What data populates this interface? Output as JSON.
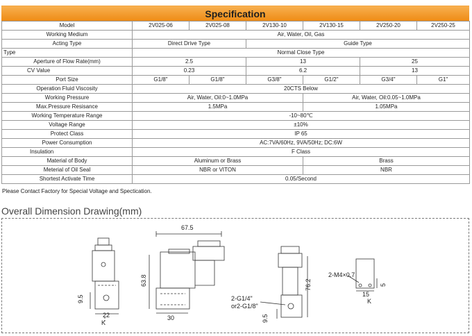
{
  "header": {
    "title": "Specification"
  },
  "table": {
    "model_label": "Model",
    "models": [
      "2V025-06",
      "2V025-08",
      "2V130-10",
      "2V130-15",
      "2V250-20",
      "2V250-25"
    ],
    "rows": [
      {
        "label": "Working Medium",
        "value": "Air, Water, Oil, Gas"
      },
      {
        "label": "Acting Type",
        "v1": "Direct Drive Type",
        "v2": "Guide Type"
      },
      {
        "label": "Type",
        "value": "Normal Close Type"
      },
      {
        "label": "Aperture of Flow Rate(mm)",
        "a": "2.5",
        "b": "13",
        "c": "25"
      },
      {
        "label": "CV Value",
        "a": "0.23",
        "b": "6.2",
        "c": "13"
      },
      {
        "label": "Port Size",
        "p": [
          "G1/8\"",
          "G1/8\"",
          "G3/8\"",
          "G1/2\"",
          "G3/4\"",
          "G1\""
        ]
      },
      {
        "label": "Operation Fluid Viscosity",
        "value": "20CTS Below"
      },
      {
        "label": "Working Pressure",
        "v1": "Air, Water, Oil:0~1.0MPa",
        "v2": "Air, Water, Oil:0.05~1.0MPa"
      },
      {
        "label": "Max.Pressure Resisance",
        "v1": "1.5MPa",
        "v2": "1.05MPa"
      },
      {
        "label": "Working Temperature Range",
        "value": "-10~80℃"
      },
      {
        "label": "Voltage Range",
        "value": "±10%"
      },
      {
        "label": "Protect Class",
        "value": "IP 65"
      },
      {
        "label": "Power Consumption",
        "value": "AC:7VA/60Hz, 9VA/50Hz; DC:6W"
      },
      {
        "label": "Insulation",
        "value": "F Class"
      },
      {
        "label": "Material of Body",
        "v1": "Aluminum or Brass",
        "v2": "Brass"
      },
      {
        "label": "Meterial of Oil Seal",
        "v1": "NBR or VITON",
        "v2": "NBR"
      },
      {
        "label": "Shortest Activate Time",
        "value": "0.05/Second"
      }
    ]
  },
  "note": "Please Contact Factory for Special Voltage and Spectication.",
  "drawing": {
    "title": "Overall Dimension Drawing(mm)",
    "dims": {
      "d9_5a": "9.5",
      "d22": "22",
      "k1": "K",
      "d67_5": "67.5",
      "d63_8": "63.8",
      "d30": "30",
      "d76_2": "76.2",
      "d9_5b": "9.5",
      "port1": "2-G1/4\"",
      "port2": "or2-G1/8\"",
      "m4": "2-M4×0.7",
      "d15": "15",
      "d5": "5",
      "k2": "K"
    }
  },
  "colors": {
    "banner_top": "#f8b050",
    "banner_bottom": "#ee8a12",
    "border": "#999999"
  }
}
